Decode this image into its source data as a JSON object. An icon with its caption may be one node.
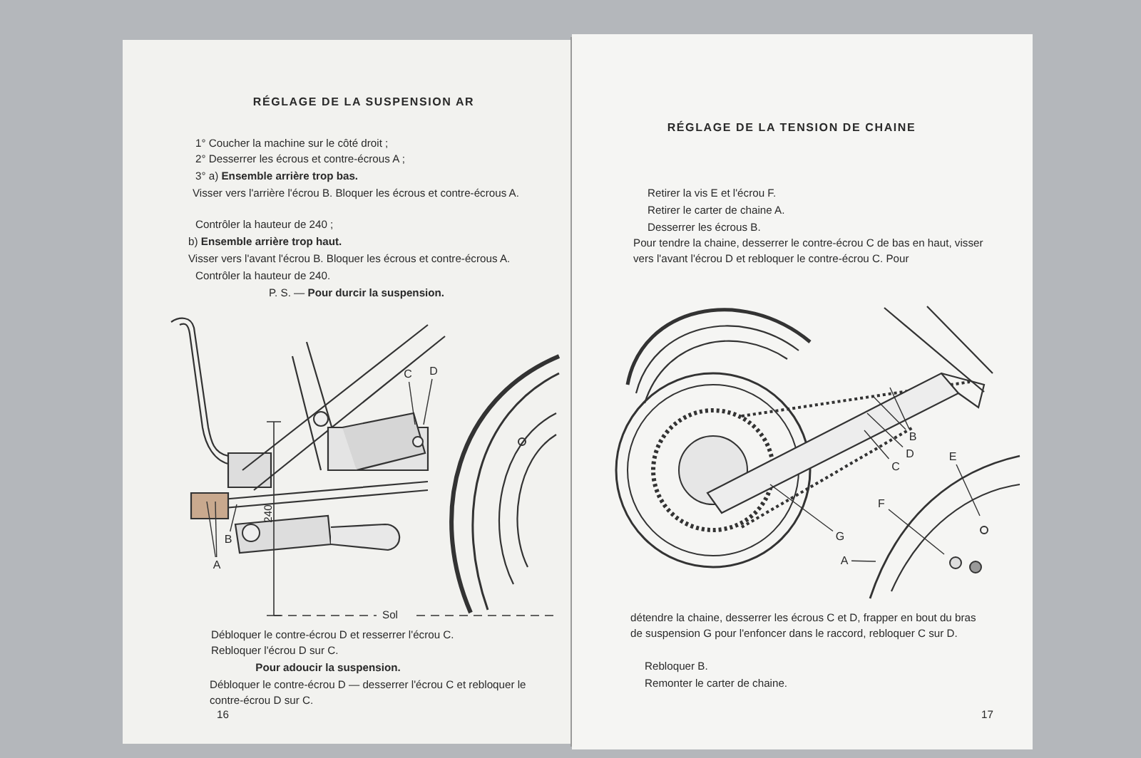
{
  "diagram": {
    "nodes": [
      {
        "text": [
          "C"
        ]
      },
      {
        "text": [
          "D"
        ]
      },
      {
        "text": [
          "B"
        ]
      },
      {
        "text": [
          "A"
        ]
      },
      {
        "text": [
          "B"
        ]
      },
      {
        "text": [
          "D"
        ]
      },
      {
        "text": [
          "C"
        ]
      },
      {
        "text": [
          "G"
        ]
      },
      {
        "text": [
          "E"
        ]
      },
      {
        "text": [
          "F"
        ]
      },
      {
        "text": [
          "A"
        ]
      }
    ],
    "edges": [
      {
        "from": 0,
        "to": null,
        "arrow": "none"
      },
      {
        "from": 1,
        "to": null,
        "arrow": "none"
      },
      {
        "from": 2,
        "to": null,
        "arrow": "none"
      },
      {
        "from": 3,
        "to": null,
        "arrow": "none"
      },
      {
        "from": 3,
        "to": null,
        "arrow": "none"
      },
      {
        "from": 4,
        "to": null,
        "arrow": "none"
      },
      {
        "from": 4,
        "to": null,
        "arrow": "none"
      },
      {
        "from": 5,
        "to": null,
        "arrow": "none"
      },
      {
        "from": 6,
        "to": null,
        "arrow": "none"
      },
      {
        "from": 7,
        "to": null,
        "arrow": "none"
      },
      {
        "from": 8,
        "to": null,
        "arrow": "none"
      },
      {
        "from": 9,
        "to": null,
        "arrow": "none"
      },
      {
        "from": 10,
        "to": null,
        "arrow": "none"
      }
    ],
    "labels": [
      "RÉGLAGE DE LA SUSPENSION AR",
      "1° Coucher la machine sur le côté droit ;",
      "2° Desserrer les écrous et contre-écrous A ;",
      "3° a) **Ensemble arrière trop bas.**",
      "Visser vers l'arrière l'écrou B. Bloquer les écrous et contre-écrous A.",
      "Contrôler la hauteur de 240 ;",
      "b) **Ensemble arrière trop haut.**",
      "Visser vers l'avant l'écrou B. Bloquer les écrous et contre-écrous A.",
      "Contrôler la hauteur de 240.",
      "P. S. — **Pour durcir la suspension.**",
      "240",
      "Sol",
      "Débloquer le contre-écrou D et resserrer l'écrou C.",
      "Rebloquer l'écrou D sur C.",
      "Pour adoucir la suspension.",
      "Débloquer le contre-écrou D — desserrer l'écrou C et rebloquer le contre-écrou D sur C.",
      "16",
      "RÉGLAGE DE LA TENSION DE CHAINE",
      "Retirer la vis E et l'écrou F.",
      "Retirer le carter de chaine A.",
      "Desserrer les écrous B.",
      "Pour tendre la chaine, desserrer le contre-écrou C de bas en haut, visser vers l'avant l'écrou D et rebloquer le contre-écrou C. Pour",
      "détendre la chaine, desserrer les écrous C et D, frapper en bout du bras de suspension G pour l'enfoncer dans le raccord, rebloquer C sur D.",
      "Rebloquer B.",
      "Remonter le carter de chaine.",
      "17"
    ]
  }
}
